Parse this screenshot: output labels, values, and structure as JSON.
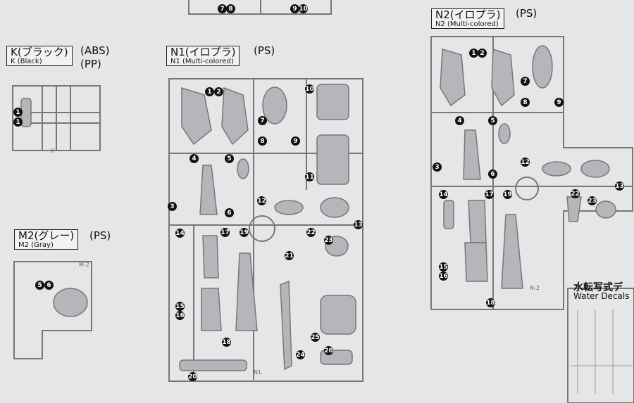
{
  "runners": [
    {
      "key": "k",
      "title": "K(ブラック)",
      "sub": "K (Black)",
      "materials": [
        "(ABS)",
        "(PP)"
      ]
    },
    {
      "key": "n1",
      "title": "N1(イロプラ)",
      "sub": "N1 (Multi-colored)",
      "materials": [
        "(PS)"
      ]
    },
    {
      "key": "n2",
      "title": "N2(イロプラ)",
      "sub": "N2 (Multi-colored)",
      "materials": [
        "(PS)"
      ]
    },
    {
      "key": "m2",
      "title": "M2(グレー)",
      "sub": "M2 (Gray)",
      "materials": [
        "(PS)"
      ]
    }
  ],
  "water_decals": {
    "title": "水転写式デ",
    "sub": "Water Decals"
  },
  "part_numbers": {
    "top": [
      "7",
      "8",
      "9",
      "10"
    ],
    "k": [
      "1",
      "1"
    ],
    "m2": [
      "5",
      "6"
    ],
    "n1": [
      "1",
      "2",
      "7",
      "10",
      "8",
      "9",
      "4",
      "5",
      "11",
      "3",
      "6",
      "12",
      "13",
      "14",
      "17",
      "19",
      "22",
      "23",
      "21",
      "15",
      "16",
      "18",
      "25",
      "24",
      "26",
      "20"
    ],
    "n2": [
      "1",
      "2",
      "7",
      "8",
      "9",
      "4",
      "5",
      "3",
      "6",
      "12",
      "14",
      "17",
      "19",
      "22",
      "23",
      "13",
      "15",
      "16",
      "18"
    ]
  },
  "runner_marks": {
    "k": "K",
    "n1": "N1",
    "n2": "N-2",
    "m2": "M-2"
  }
}
